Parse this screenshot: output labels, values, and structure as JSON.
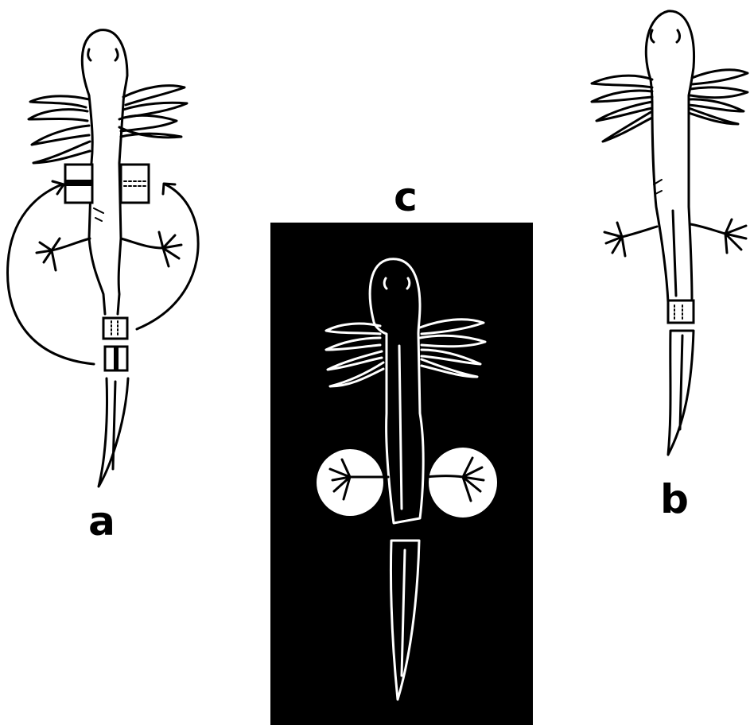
{
  "panels": {
    "a": {
      "label": "a"
    },
    "b": {
      "label": "b"
    },
    "c": {
      "label": "c"
    }
  },
  "colors": {
    "ink": "#000000",
    "paper": "#ffffff",
    "panel_c_background": "#000000"
  }
}
